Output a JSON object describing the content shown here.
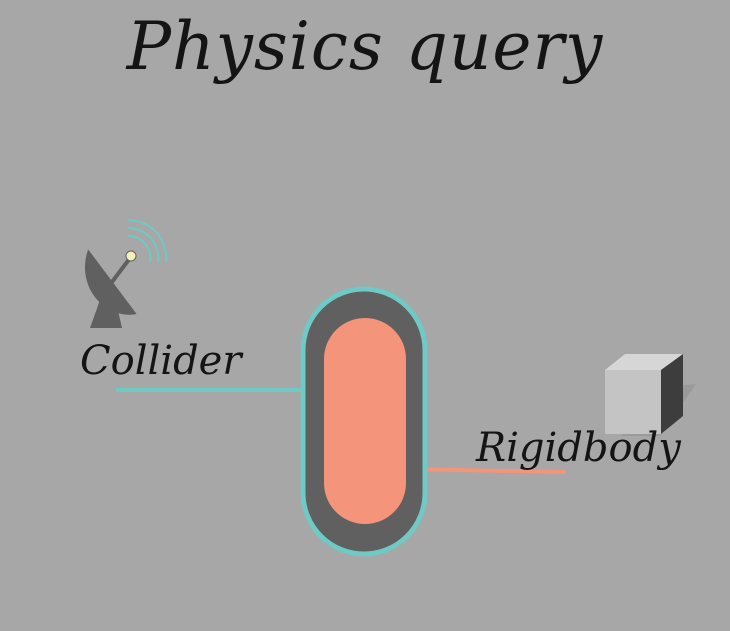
{
  "title": "Physics query",
  "labels": {
    "collider": "Collider",
    "rigidbody": "Rigidbody"
  },
  "colors": {
    "background": "#a7a7a7",
    "capsule_outline": "#6fc9c4",
    "capsule_body": "#606060",
    "capsule_core": "#f4947a",
    "collider_line": "#6fc9c4",
    "rigidbody_line": "#f4947a",
    "dish": "#606060",
    "cube_light": "#c4c4c4",
    "cube_dark": "#3d3d3d"
  },
  "icons": {
    "satellite": "satellite-dish-icon",
    "cube": "cube-icon"
  }
}
